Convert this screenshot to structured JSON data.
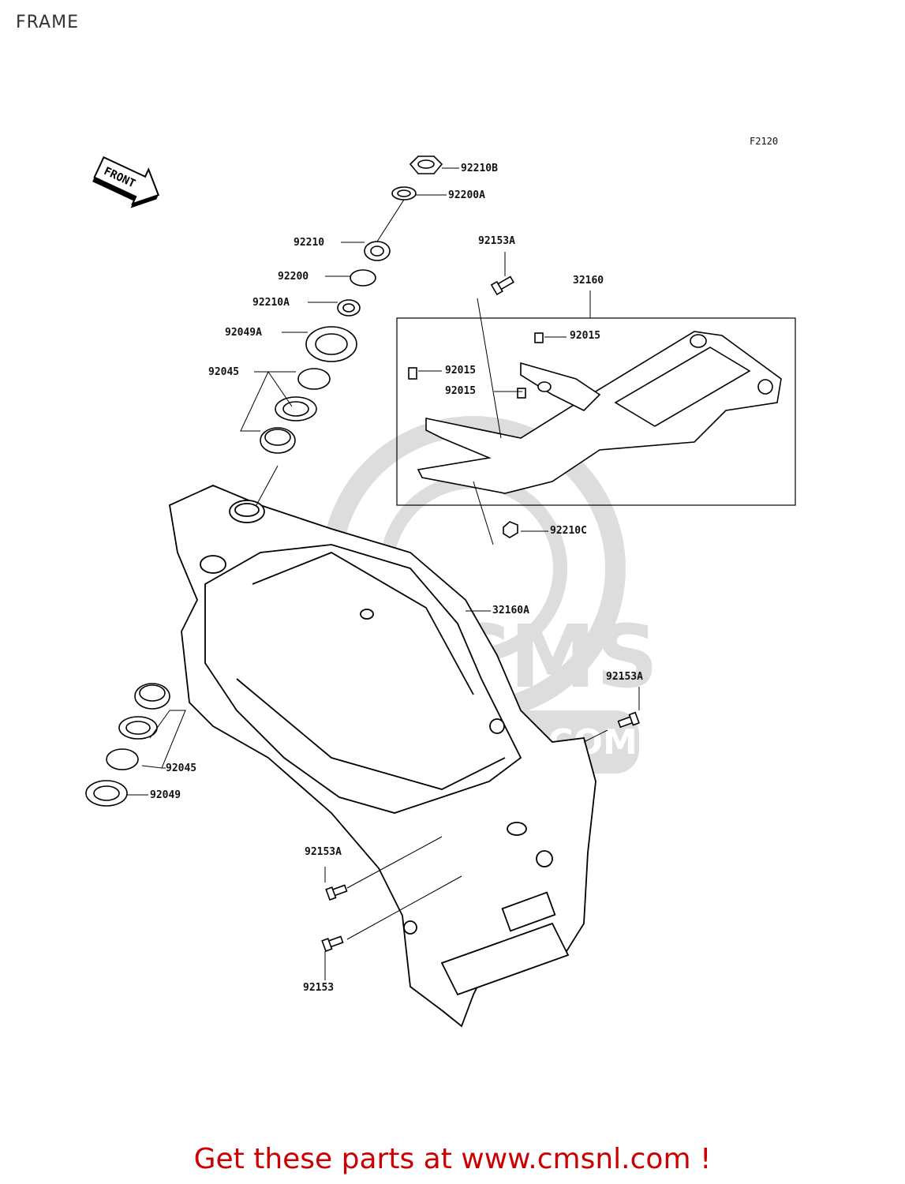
{
  "title": "FRAME",
  "figure_code": "F2120",
  "front_label": "FRONT",
  "watermark": {
    "text": "WWW.CMSNL.COM",
    "logo_text": "CMS"
  },
  "parts": [
    {
      "id": "92210B"
    },
    {
      "id": "92200A"
    },
    {
      "id": "92210"
    },
    {
      "id": "92200"
    },
    {
      "id": "92210A"
    },
    {
      "id": "92049A"
    },
    {
      "id": "92045"
    },
    {
      "id": "92153A"
    },
    {
      "id": "32160"
    },
    {
      "id": "92015"
    },
    {
      "id": "92015"
    },
    {
      "id": "92015"
    },
    {
      "id": "92210C"
    },
    {
      "id": "32160A"
    },
    {
      "id": "92153A"
    },
    {
      "id": "92045"
    },
    {
      "id": "92049"
    },
    {
      "id": "92153A"
    },
    {
      "id": "92153"
    }
  ],
  "cta_text": "Get these parts at www.cmsnl.com !"
}
